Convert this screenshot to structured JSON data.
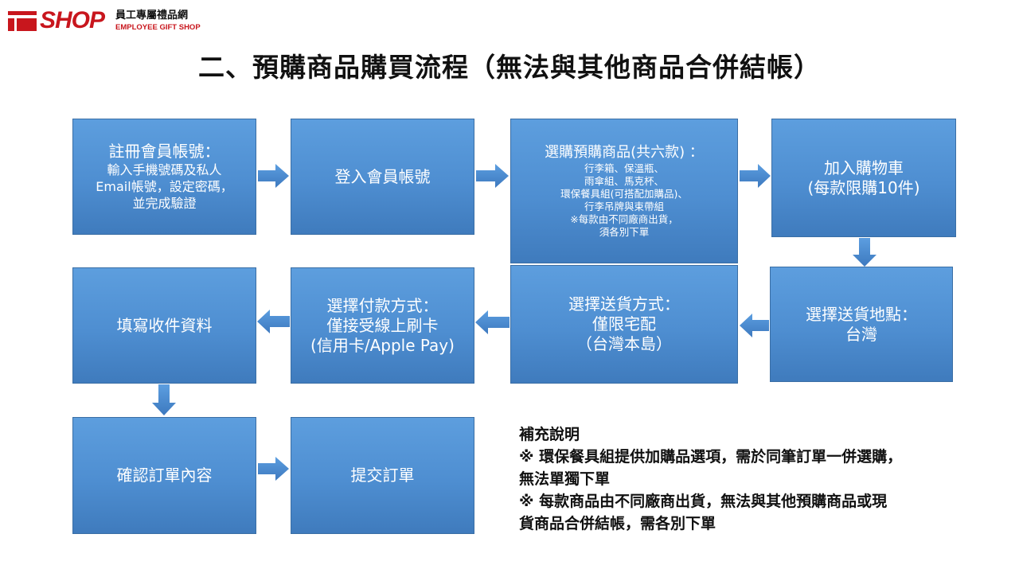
{
  "header": {
    "logo_word": "SHOP",
    "logo_cn": "員工專屬禮品網",
    "logo_en": "EMPLOYEE GIFT SHOP"
  },
  "title": "二、預購商品購買流程（無法與其他商品合併結帳）",
  "steps": {
    "register": {
      "line1": "註冊會員帳號：",
      "line2": "輸入手機號碼及私人",
      "line3": "Email帳號，設定密碼，",
      "line4": "並完成驗證"
    },
    "login": {
      "line1": "登入會員帳號"
    },
    "select": {
      "line1": "選購預購商品(共六款) ：",
      "line2": "行李箱、保溫瓶、",
      "line3": "雨傘組、馬克杯、",
      "line4": "環保餐具組(可搭配加購品)、",
      "line5": "行李吊牌與束帶組",
      "line6": "※每款由不同廠商出貨，",
      "line7": "須各別下單"
    },
    "cart": {
      "line1": "加入購物車",
      "line2": "(每款限購10件)"
    },
    "location": {
      "line1": "選擇送貨地點：",
      "line2": "台灣"
    },
    "shipping": {
      "line1": "選擇送貨方式：",
      "line2": "僅限宅配",
      "line3": "（台灣本島）"
    },
    "payment": {
      "line1": "選擇付款方式：",
      "line2": "僅接受線上刷卡",
      "line3": "(信用卡/Apple Pay)"
    },
    "recipient": {
      "line1": "填寫收件資料"
    },
    "confirm": {
      "line1": "確認訂單內容"
    },
    "submit": {
      "line1": "提交訂單"
    }
  },
  "notes": {
    "heading": "補充說明",
    "note1": "※ 環保餐具組提供加購品選項，需於同筆訂單一併選購，",
    "note1b": "無法單獨下單",
    "note2": "※ 每款商品由不同廠商出貨，無法與其他預購商品或現",
    "note2b": "貨商品合併結帳，需各別下單"
  },
  "colors": {
    "box": "#4e8ed1",
    "arrow": "#4a8bd0",
    "brand": "#c8161d"
  }
}
